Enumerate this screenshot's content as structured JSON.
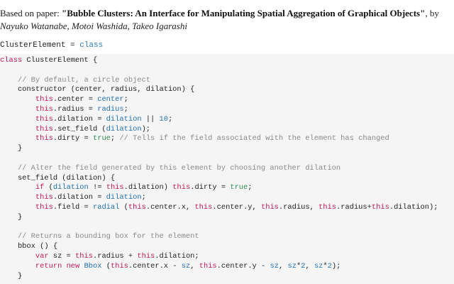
{
  "header": {
    "prefix": "Based on paper: ",
    "title": "\"Bubble Clusters: An Interface for Manipulating Spatial Aggregation of Graphical Objects\"",
    "by": ", by ",
    "authors": "Nayuko Watanabe, Motoi Washida, Takeo Igarashi"
  },
  "assignment": {
    "name": "ClusterElement",
    "op": " = ",
    "value": "class"
  },
  "code_lines": [
    [
      [
        "kw",
        "class"
      ],
      [
        "txt",
        " ClusterElement {"
      ]
    ],
    [],
    [
      [
        "com",
        "    // By default, a circle object"
      ]
    ],
    [
      [
        "txt",
        "    constructor (center, radius, dilation) {"
      ]
    ],
    [
      [
        "txt",
        "        "
      ],
      [
        "this",
        "this"
      ],
      [
        "txt",
        ".center = "
      ],
      [
        "var",
        "center"
      ],
      [
        "txt",
        ";"
      ]
    ],
    [
      [
        "txt",
        "        "
      ],
      [
        "this",
        "this"
      ],
      [
        "txt",
        ".radius = "
      ],
      [
        "var",
        "radius"
      ],
      [
        "txt",
        ";"
      ]
    ],
    [
      [
        "txt",
        "        "
      ],
      [
        "this",
        "this"
      ],
      [
        "txt",
        ".dilation = "
      ],
      [
        "var",
        "dilation"
      ],
      [
        "txt",
        " || "
      ],
      [
        "num",
        "10"
      ],
      [
        "txt",
        ";"
      ]
    ],
    [
      [
        "txt",
        "        "
      ],
      [
        "this",
        "this"
      ],
      [
        "txt",
        ".set_field ("
      ],
      [
        "var",
        "dilation"
      ],
      [
        "txt",
        ");"
      ]
    ],
    [
      [
        "txt",
        "        "
      ],
      [
        "this",
        "this"
      ],
      [
        "txt",
        ".dirty = "
      ],
      [
        "lit",
        "true"
      ],
      [
        "txt",
        "; "
      ],
      [
        "com",
        "// Tells if the field associated with the element has changed"
      ]
    ],
    [
      [
        "txt",
        "    }"
      ]
    ],
    [],
    [
      [
        "com",
        "    // Alter the field generated by this element by choosing another dilation"
      ]
    ],
    [
      [
        "txt",
        "    set_field (dilation) {"
      ]
    ],
    [
      [
        "txt",
        "        "
      ],
      [
        "kw",
        "if"
      ],
      [
        "txt",
        " ("
      ],
      [
        "var",
        "dilation"
      ],
      [
        "txt",
        " != "
      ],
      [
        "this",
        "this"
      ],
      [
        "txt",
        ".dilation) "
      ],
      [
        "this",
        "this"
      ],
      [
        "txt",
        ".dirty = "
      ],
      [
        "lit",
        "true"
      ],
      [
        "txt",
        ";"
      ]
    ],
    [
      [
        "txt",
        "        "
      ],
      [
        "this",
        "this"
      ],
      [
        "txt",
        ".dilation = "
      ],
      [
        "var",
        "dilation"
      ],
      [
        "txt",
        ";"
      ]
    ],
    [
      [
        "txt",
        "        "
      ],
      [
        "this",
        "this"
      ],
      [
        "txt",
        ".field = "
      ],
      [
        "cls",
        "radial"
      ],
      [
        "txt",
        " ("
      ],
      [
        "this",
        "this"
      ],
      [
        "txt",
        ".center.x, "
      ],
      [
        "this",
        "this"
      ],
      [
        "txt",
        ".center.y, "
      ],
      [
        "this",
        "this"
      ],
      [
        "txt",
        ".radius, "
      ],
      [
        "this",
        "this"
      ],
      [
        "txt",
        ".radius+"
      ],
      [
        "this",
        "this"
      ],
      [
        "txt",
        ".dilation);"
      ]
    ],
    [
      [
        "txt",
        "    }"
      ]
    ],
    [],
    [
      [
        "com",
        "    // Returns a bounding box for the element"
      ]
    ],
    [
      [
        "txt",
        "    bbox () {"
      ]
    ],
    [
      [
        "txt",
        "        "
      ],
      [
        "kw",
        "var"
      ],
      [
        "txt",
        " sz = "
      ],
      [
        "this",
        "this"
      ],
      [
        "txt",
        ".radius + "
      ],
      [
        "this",
        "this"
      ],
      [
        "txt",
        ".dilation;"
      ]
    ],
    [
      [
        "txt",
        "        "
      ],
      [
        "kw",
        "return"
      ],
      [
        "txt",
        " "
      ],
      [
        "kw",
        "new"
      ],
      [
        "txt",
        " "
      ],
      [
        "cls",
        "Bbox"
      ],
      [
        "txt",
        " ("
      ],
      [
        "this",
        "this"
      ],
      [
        "txt",
        ".center.x - "
      ],
      [
        "var",
        "sz"
      ],
      [
        "txt",
        ", "
      ],
      [
        "this",
        "this"
      ],
      [
        "txt",
        ".center.y - "
      ],
      [
        "var",
        "sz"
      ],
      [
        "txt",
        ", "
      ],
      [
        "var",
        "sz"
      ],
      [
        "txt",
        "*"
      ],
      [
        "num",
        "2"
      ],
      [
        "txt",
        ", "
      ],
      [
        "var",
        "sz"
      ],
      [
        "txt",
        "*"
      ],
      [
        "num",
        "2"
      ],
      [
        "txt",
        ");"
      ]
    ],
    [
      [
        "txt",
        "    }"
      ]
    ]
  ]
}
